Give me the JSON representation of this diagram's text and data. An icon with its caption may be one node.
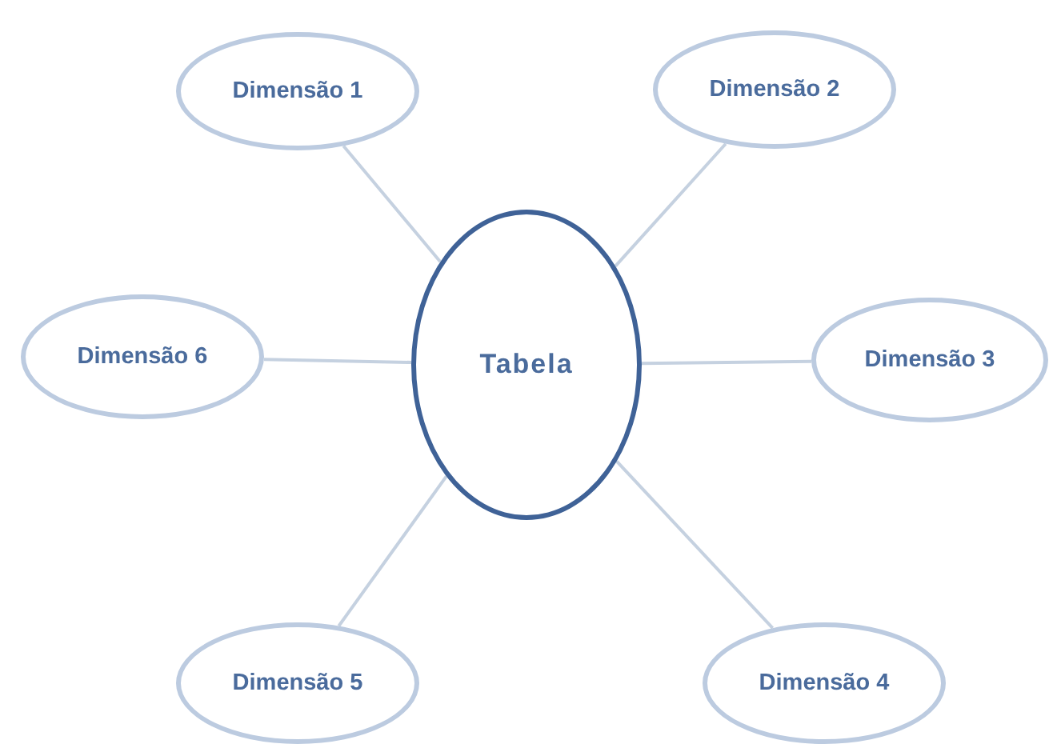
{
  "diagram": {
    "nodes": [
      {
        "text": [
          "Dimensão 1"
        ]
      },
      {
        "text": [
          "Dimensão 2"
        ]
      },
      {
        "text": [
          "Dimensão 6"
        ]
      },
      {
        "text": [
          "Tabela"
        ]
      },
      {
        "text": [
          "Dimensão 3"
        ]
      },
      {
        "text": [
          "Dimensão 5"
        ]
      },
      {
        "text": [
          "Dimensão 4"
        ]
      }
    ],
    "edges": [
      {
        "from": 3,
        "to": 0,
        "arrow": "none"
      },
      {
        "from": 3,
        "to": 1,
        "arrow": "none"
      },
      {
        "from": 3,
        "to": 4,
        "arrow": "none"
      },
      {
        "from": 3,
        "to": 6,
        "arrow": "none"
      },
      {
        "from": 3,
        "to": 5,
        "arrow": "none"
      },
      {
        "from": 3,
        "to": 2,
        "arrow": "none"
      }
    ]
  }
}
